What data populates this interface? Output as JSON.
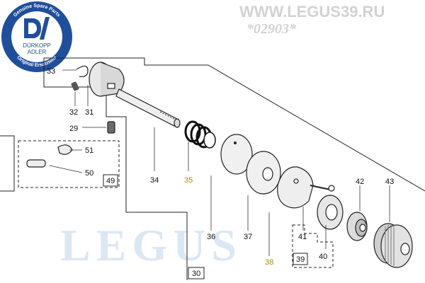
{
  "watermark": {
    "url": "WWW.LEGUS39.RU",
    "code": "*02903*",
    "big": "LEGUS"
  },
  "logo": {
    "ring_top": "Genuine Spare Parts",
    "ring_bottom": "Original Ersatzteile",
    "brand_line1": "DÜRKOPP",
    "brand_line2": "ADLER"
  },
  "parts": {
    "p29": "29",
    "p30": "30",
    "p31": "31",
    "p32": "32",
    "p33": "33",
    "p34": "34",
    "p35": "35",
    "p36": "36",
    "p37": "37",
    "p38": "38",
    "p39": "39",
    "p40": "40",
    "p41": "41",
    "p42": "42",
    "p43": "43",
    "p49": "49",
    "p50": "50",
    "p51": "51"
  },
  "highlight_color": "#b8860b"
}
